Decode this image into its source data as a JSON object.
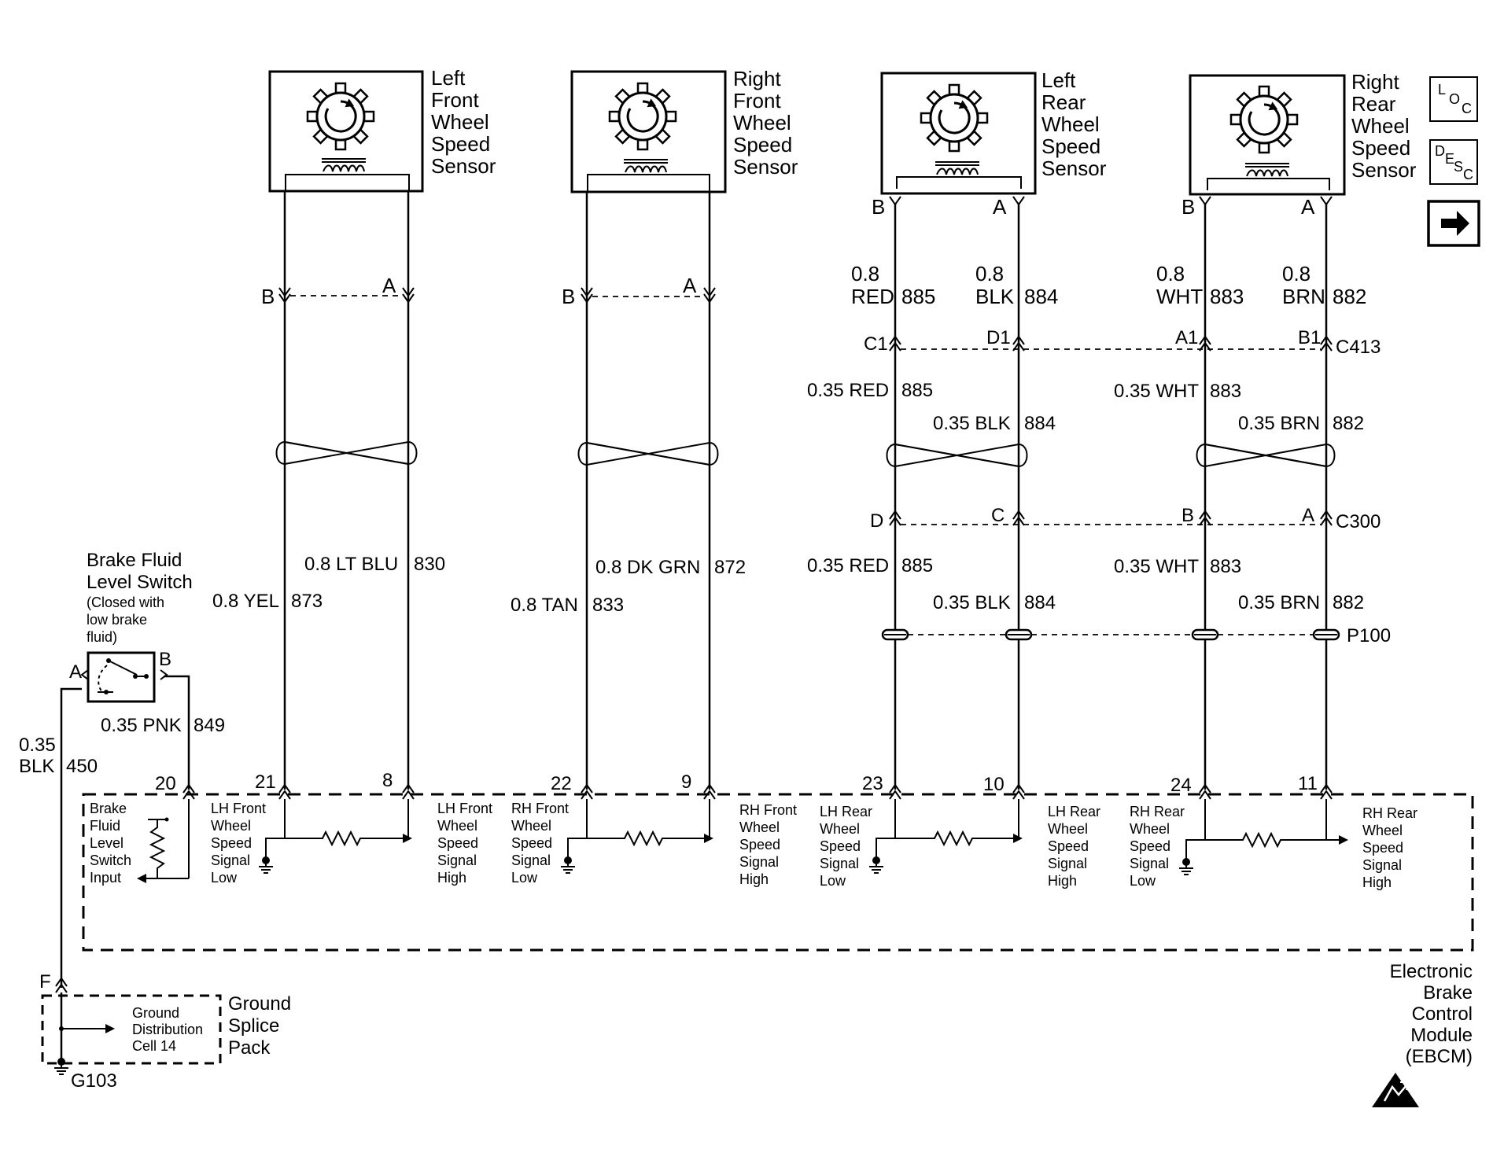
{
  "sensors": [
    {
      "lines": [
        "Left",
        "Front",
        "Wheel",
        "Speed",
        "Sensor"
      ],
      "pin_b": "B",
      "pin_a": "A"
    },
    {
      "lines": [
        "Right",
        "Front",
        "Wheel",
        "Speed",
        "Sensor"
      ],
      "pin_b": "B",
      "pin_a": "A"
    },
    {
      "lines": [
        "Left",
        "Rear",
        "Wheel",
        "Speed",
        "Sensor"
      ],
      "pin_b": "B",
      "pin_a": "A"
    },
    {
      "lines": [
        "Right",
        "Rear",
        "Wheel",
        "Speed",
        "Sensor"
      ],
      "pin_b": "B",
      "pin_a": "A"
    }
  ],
  "nav_icons": {
    "loc": "LOC",
    "desc": "DESC",
    "next": "right-arrow"
  },
  "front_wires": [
    {
      "gauge_color": "0.8 YEL",
      "circuit": "873"
    },
    {
      "gauge_color": "0.8 LT BLU",
      "circuit": "830"
    },
    {
      "gauge_color": "0.8 TAN",
      "circuit": "833"
    },
    {
      "gauge_color": "0.8 DK GRN",
      "circuit": "872"
    }
  ],
  "rear_wires_top": [
    {
      "gauge": "0.8",
      "color": "RED",
      "circuit": "885"
    },
    {
      "gauge": "0.8",
      "color": "BLK",
      "circuit": "884"
    },
    {
      "gauge": "0.8",
      "color": "WHT",
      "circuit": "883"
    },
    {
      "gauge": "0.8",
      "color": "BRN",
      "circuit": "882"
    }
  ],
  "rear_wires_mid": [
    {
      "label": "0.35 RED",
      "circuit": "885"
    },
    {
      "label": "0.35 BLK",
      "circuit": "884"
    },
    {
      "label": "0.35 WHT",
      "circuit": "883"
    },
    {
      "label": "0.35 BRN",
      "circuit": "882"
    }
  ],
  "rear_wires_low": [
    {
      "label": "0.35 RED",
      "circuit": "885"
    },
    {
      "label": "0.35 BLK",
      "circuit": "884"
    },
    {
      "label": "0.35 WHT",
      "circuit": "883"
    },
    {
      "label": "0.35 BRN",
      "circuit": "882"
    }
  ],
  "connectors": {
    "c413": {
      "name": "C413",
      "pins": [
        "C1",
        "D1",
        "A1",
        "B1"
      ]
    },
    "c300": {
      "name": "C300",
      "pins": [
        "D",
        "C",
        "B",
        "A"
      ]
    },
    "p100": {
      "name": "P100"
    }
  },
  "brake_switch": {
    "title": [
      "Brake Fluid",
      "Level Switch"
    ],
    "note": [
      "(Closed with",
      "low brake",
      "fluid)"
    ],
    "pin_a": "A",
    "pin_b": "B",
    "pink_wire": {
      "label": "0.35 PNK",
      "circuit": "849"
    },
    "black_wire": {
      "gauge": "0.35",
      "label": "BLK",
      "circuit": "450"
    }
  },
  "ebcm": {
    "pins": [
      "20",
      "21",
      "8",
      "22",
      "9",
      "23",
      "10",
      "24",
      "11"
    ],
    "switch_input": [
      "Brake",
      "Fluid",
      "Level",
      "Switch",
      "Input"
    ],
    "signals": [
      [
        "LH Front",
        "Wheel",
        "Speed",
        "Signal",
        "Low"
      ],
      [
        "LH Front",
        "Wheel",
        "Speed",
        "Signal",
        "High"
      ],
      [
        "RH Front",
        "Wheel",
        "Speed",
        "Signal",
        "Low"
      ],
      [
        "RH Front",
        "Wheel",
        "Speed",
        "Signal",
        "High"
      ],
      [
        "LH Rear",
        "Wheel",
        "Speed",
        "Signal",
        "Low"
      ],
      [
        "LH Rear",
        "Wheel",
        "Speed",
        "Signal",
        "High"
      ],
      [
        "RH Rear",
        "Wheel",
        "Speed",
        "Signal",
        "Low"
      ],
      [
        "RH Rear",
        "Wheel",
        "Speed",
        "Signal",
        "High"
      ]
    ],
    "title": [
      "Electronic",
      "Brake",
      "Control",
      "Module",
      "(EBCM)"
    ]
  },
  "ground": {
    "pin": "F",
    "cell": [
      "Ground",
      "Distribution",
      "Cell 14"
    ],
    "title": [
      "Ground",
      "Splice",
      "Pack"
    ],
    "ground_point": "G103"
  }
}
